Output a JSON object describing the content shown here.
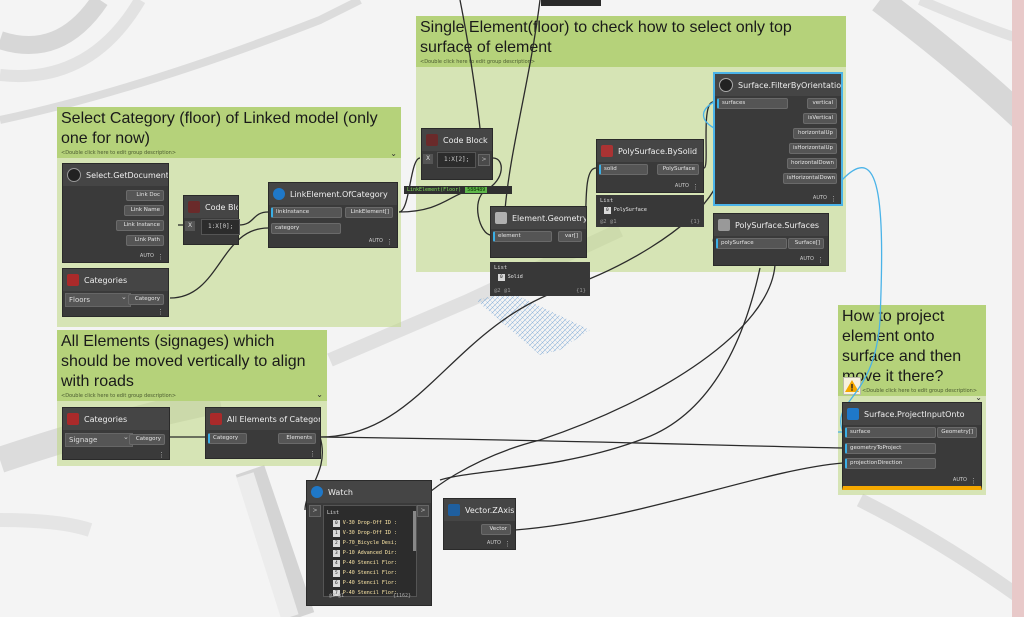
{
  "groups": {
    "select_category": {
      "title": "Select Category (floor) of Linked model (only one for now)",
      "desc": "<Double click here to edit group description>"
    },
    "single_element": {
      "title": "Single Element(floor) to check how to select only top surface of element",
      "desc": "<Double click here to edit group description>"
    },
    "all_elements": {
      "title": "All Elements (signages) which should be moved vertically to align with roads",
      "desc": "<Double click here to edit group description>"
    },
    "project": {
      "title": "How to project element onto surface and then move it there?",
      "desc": "<Double click here to edit group description>"
    }
  },
  "nodes": {
    "select_documents": {
      "title": "Select.GetDocuments",
      "outputs": [
        "Link Doc",
        "Link Name",
        "Link Instance",
        "Link Path"
      ],
      "auto": "AUTO"
    },
    "code_block_1": {
      "title": "Code Block",
      "input": "X",
      "code": "1:X[0];"
    },
    "link_element": {
      "title": "LinkElement.OfCategory",
      "inputs": [
        "linkInstance",
        "category"
      ],
      "output": "LinkElement[]",
      "auto": "AUTO"
    },
    "categories_1": {
      "title": "Categories",
      "value": "Floors",
      "output": "Category"
    },
    "code_block_2": {
      "title": "Code Block",
      "input": "X",
      "code": "1:X[2];"
    },
    "element_geometry": {
      "title": "Element.Geometry",
      "input": "element",
      "output": "var[]"
    },
    "geometry_preview": {
      "line1": "List",
      "line2_index": "0",
      "line2": "Solid",
      "footer_left": "@2 @1",
      "footer_right": "{1}"
    },
    "link_badge": {
      "text": "LinkElement(Floor)",
      "id": "588489"
    },
    "polysurface_bysolid": {
      "title": "PolySurface.BySolid",
      "input": "solid",
      "output": "PolySurface",
      "auto": "AUTO"
    },
    "polysurface_preview": {
      "line1": "List",
      "line2_index": "0",
      "line2": "PolySurface",
      "footer_left": "@2 @1",
      "footer_right": "{1}"
    },
    "surface_filter": {
      "title": "Surface.FilterByOrientation",
      "input": "surfaces",
      "outputs": [
        "vertical",
        "isVertical",
        "horizontalUp",
        "isHorizontalUp",
        "horizontalDown",
        "isHorizontalDown"
      ],
      "auto": "AUTO"
    },
    "polysurface_surfaces": {
      "title": "PolySurface.Surfaces",
      "input": "polySurface",
      "output": "Surface[]",
      "auto": "AUTO"
    },
    "categories_2": {
      "title": "Categories",
      "value": "Signage",
      "output": "Category"
    },
    "all_elements": {
      "title": "All Elements of Category",
      "input": "Category",
      "output": "Elements"
    },
    "watch": {
      "title": "Watch",
      "input": ">",
      "output": ">",
      "list_header": "List",
      "items": [
        {
          "i": "0",
          "t": "V-30 Drop-Off ID :"
        },
        {
          "i": "1",
          "t": "V-30 Drop-Off ID :"
        },
        {
          "i": "2",
          "t": "P-70_Bicycle Desi;"
        },
        {
          "i": "3",
          "t": "P-10 Advanced Dir:"
        },
        {
          "i": "4",
          "t": "P-40 Stencil Flor:"
        },
        {
          "i": "5",
          "t": "P-40 Stencil Flor:"
        },
        {
          "i": "6",
          "t": "P-40 Stencil Flor:"
        },
        {
          "i": "7",
          "t": "P-40 Stencil Flor:"
        }
      ],
      "footer_left": "@2 @1",
      "footer_right": "{1162}"
    },
    "vector_z": {
      "title": "Vector.ZAxis",
      "output": "Vector",
      "auto": "AUTO"
    },
    "project_input": {
      "title": "Surface.ProjectInputOnto",
      "inputs": [
        "surface",
        "geometryToProject",
        "projectionDirection"
      ],
      "output": "Geometry[]",
      "auto": "AUTO"
    }
  },
  "colors": {
    "group": "#b5d27a",
    "node": "#3a3a3a",
    "wire": "#2b2b2b",
    "selected_wire": "#4ab3e8",
    "warning": "#f5a800"
  }
}
